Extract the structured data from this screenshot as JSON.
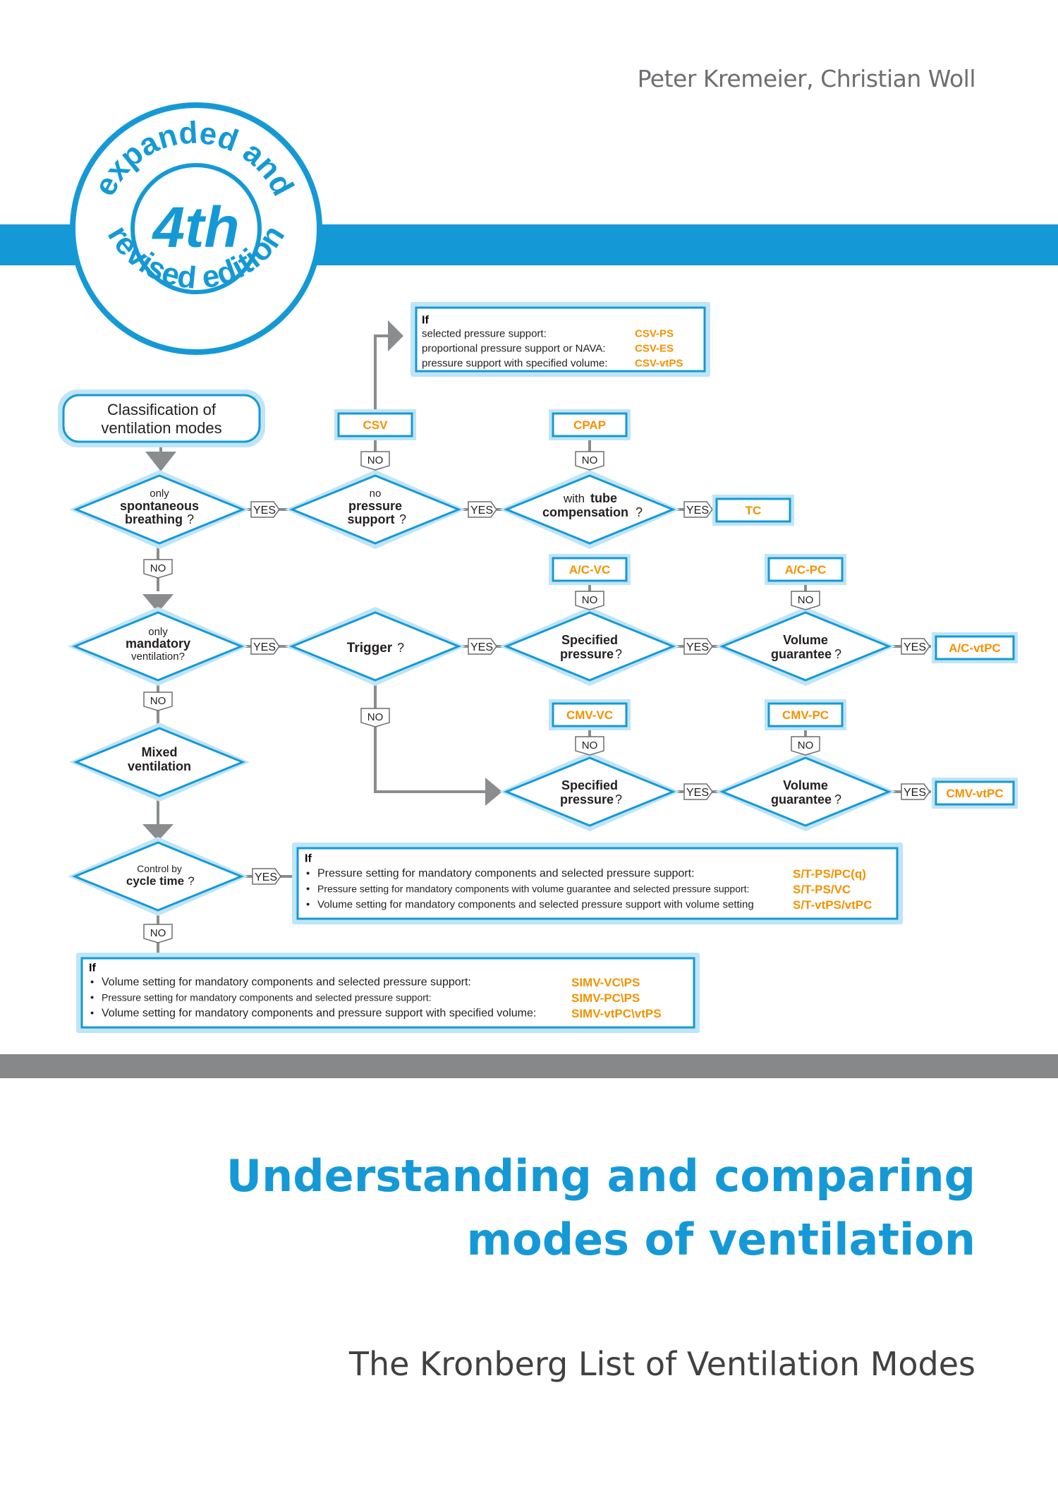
{
  "authors": "Peter Kremeier, Christian Woll",
  "badge": {
    "top_arc": "expanded and",
    "center": "4th",
    "bottom_arc": "revised edition"
  },
  "title_lines": [
    "Understanding and comparing",
    "modes of ventilation"
  ],
  "subtitle": "The Kronberg List of Ventilation Modes",
  "colors": {
    "accent_blue": "#1599d6",
    "light_blue": "#bfe5f6",
    "orange": "#f39200",
    "gray": "#86888a"
  },
  "flowchart": {
    "start": [
      "Classification of",
      "ventilation modes"
    ],
    "d_spont": {
      "small": "only",
      "bold1": "spontaneous",
      "bold2": "breathing",
      "q": "?"
    },
    "d_press": {
      "small": "no",
      "bold1": "pressure",
      "bold2": "support",
      "q": "?"
    },
    "d_tube": {
      "small": "with",
      "bold1": "tube",
      "bold2": "compensation",
      "q": "?"
    },
    "d_mand": {
      "small1": "only",
      "bold": "mandatory",
      "small2": "ventilation?"
    },
    "d_trigger": {
      "bold": "Trigger",
      "q": " ?"
    },
    "d_spec1": {
      "bold1": "Specified",
      "bold2": "pressure",
      "q": "?"
    },
    "d_vol1": {
      "bold1": "Volume",
      "bold2": "guarantee",
      "q": "?"
    },
    "d_mixed": [
      "Mixed",
      "ventilation"
    ],
    "d_spec2": {
      "bold1": "Specified",
      "bold2": "pressure",
      "q": "?"
    },
    "d_vol2": {
      "bold1": "Volume",
      "bold2": "guarantee",
      "q": "?"
    },
    "d_cycle": {
      "small": "Control by",
      "bold": "cycle time",
      "q": "?"
    },
    "yes": "YES",
    "no": "NO",
    "modes": {
      "csv": "CSV",
      "cpap": "CPAP",
      "tc": "TC",
      "acvc": "A/C-VC",
      "acpc": "A/C-PC",
      "acvtpc": "A/C-vtPC",
      "cmvvc": "CMV-VC",
      "cmvpc": "CMV-PC",
      "cmvvtpc": "CMV-vtPC"
    },
    "box_csv": {
      "if": "If",
      "rows": [
        {
          "text": "selected pressure support:",
          "mode": "CSV-PS"
        },
        {
          "text": "proportional pressure support or NAVA:",
          "mode": "CSV-ES"
        },
        {
          "text": "pressure support with specified volume:",
          "mode": "CSV-vtPS"
        }
      ]
    },
    "box_st": {
      "if": "If",
      "rows": [
        {
          "text": "Pressure setting for mandatory components and selected pressure support:",
          "mode": "S/T-PS/PC(q)"
        },
        {
          "text": "Pressure setting for mandatory components with volume guarantee and selected pressure support:",
          "mode": "S/T-PS/VC"
        },
        {
          "text": "Volume setting for mandatory components and selected pressure support with volume setting",
          "mode": "S/T-vtPS/vtPC"
        }
      ]
    },
    "box_simv": {
      "if": "If",
      "rows": [
        {
          "text": "Volume setting for mandatory components and selected pressure support:",
          "mode": "SIMV-VC\\PS"
        },
        {
          "text": "Pressure setting for mandatory components and selected pressure support:",
          "mode": "SIMV-PC\\PS"
        },
        {
          "text": "Volume setting for mandatory components and pressure support with specified volume:",
          "mode": "SIMV-vtPC\\vtPS"
        }
      ]
    }
  }
}
